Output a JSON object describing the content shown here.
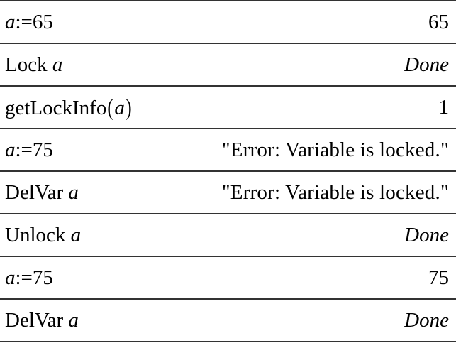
{
  "rows": [
    {
      "cmd": "",
      "var": "a",
      "suffix": ":=65",
      "result": "65",
      "result_italic": false
    },
    {
      "cmd": "Lock ",
      "var": "a",
      "suffix": "",
      "result": "Done",
      "result_italic": true
    },
    {
      "cmd": "getLockInfo",
      "var": "a",
      "suffix": "",
      "result": "1",
      "result_italic": false,
      "parenthesized": true
    },
    {
      "cmd": "",
      "var": "a",
      "suffix": ":=75",
      "result": "\"Error: Variable is locked.\"",
      "result_italic": false
    },
    {
      "cmd": "DelVar ",
      "var": "a",
      "suffix": "",
      "result": "\"Error: Variable is locked.\"",
      "result_italic": false
    },
    {
      "cmd": "Unlock ",
      "var": "a",
      "suffix": "",
      "result": "Done",
      "result_italic": true
    },
    {
      "cmd": "",
      "var": "a",
      "suffix": ":=75",
      "result": "75",
      "result_italic": false
    },
    {
      "cmd": "DelVar ",
      "var": "a",
      "suffix": "",
      "result": "Done",
      "result_italic": true
    }
  ]
}
